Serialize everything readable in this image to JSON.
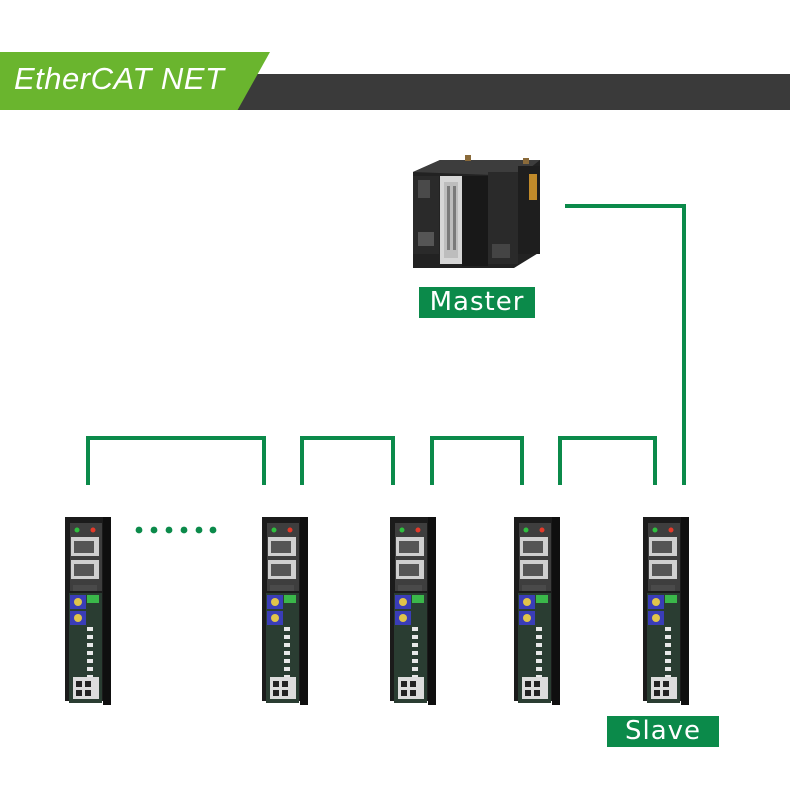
{
  "header": {
    "title": "EtherCAT NET"
  },
  "nodes": {
    "master_label": "Master",
    "slave_label": "Slave"
  },
  "colors": {
    "accent_green": "#6ab52e",
    "cable_green": "#0b8a4a",
    "header_dark": "#3a3a3a",
    "device_black": "#1b1b1b"
  },
  "icons": {
    "master": "plc-controller-icon",
    "slave": "servo-drive-icon",
    "ellipsis": "dots-ellipsis-icon"
  }
}
